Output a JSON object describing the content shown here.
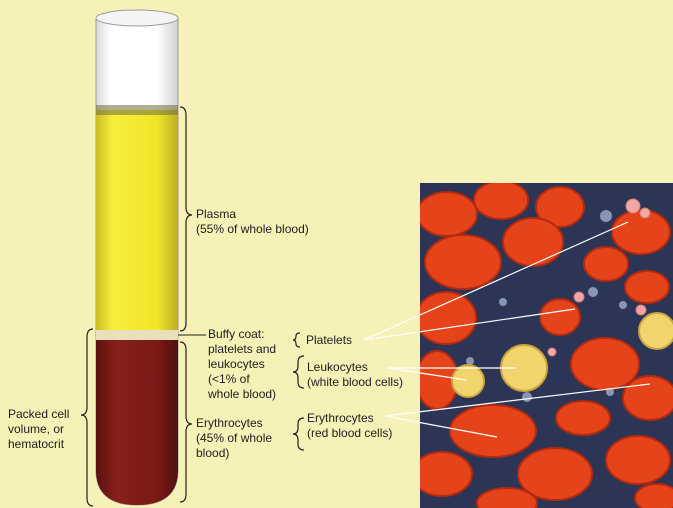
{
  "labels": {
    "plasma": "Plasma\n(55% of whole blood)",
    "buffy": "Buffy coat:\nplatelets and\nleukocytes\n(<1% of\nwhole blood)",
    "erythro_tube": "Erythrocytes\n(45% of whole\nblood)",
    "packed": "Packed cell\nvolume, or\nhematocrit",
    "platelets": "Platelets",
    "leukocytes": "Leukocytes\n(white blood cells)",
    "erythro_photo": "Erythrocytes\n(red blood cells)"
  },
  "colors": {
    "background": "#f6f1b7",
    "plasma": "#efe21c",
    "packed_cells": "#7d1a17",
    "buffy_coat": "#e9dfba",
    "tube_glass": "#ffffff",
    "photo_background": "#2c3556",
    "erythrocyte": "#e7431c",
    "leukocyte": "#f1d66e",
    "platelet": "#f0a4a0"
  }
}
